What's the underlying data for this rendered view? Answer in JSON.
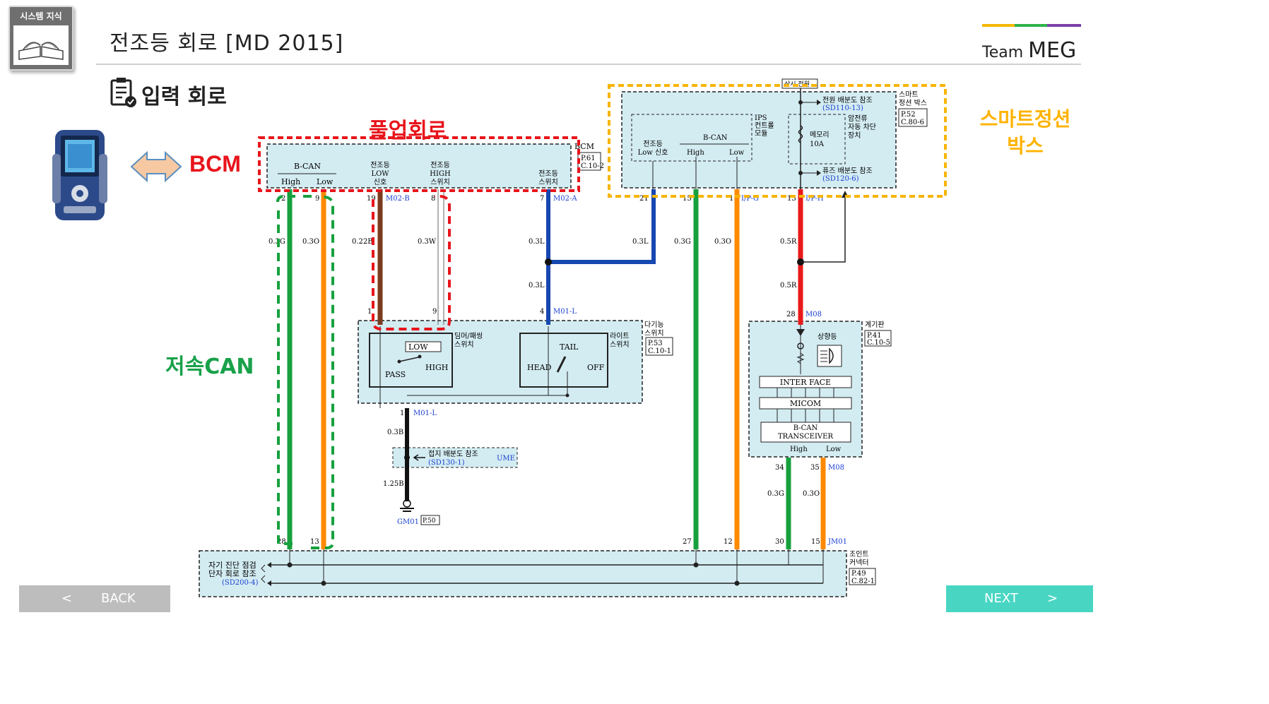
{
  "header": {
    "badge_label": "시스템 지식",
    "title": "전조등 회로 [MD 2015]",
    "brand_small": "Team ",
    "brand_big": "MEG",
    "brand_colors": [
      "#f5b800",
      "#2db24a",
      "#7b3fa8"
    ]
  },
  "section": {
    "title": "입력 회로"
  },
  "annotations": {
    "bcm": "BCM",
    "pullup": "풀업회로",
    "smart_junction": [
      "스마트정션",
      "박스"
    ],
    "low_can": "저속CAN"
  },
  "nav": {
    "back_label": "BACK",
    "back_arrow": "<",
    "next_label": "NEXT",
    "next_arrow": ">"
  },
  "colors": {
    "red": "#e8141b",
    "green": "#19a14a",
    "orange": "#ffb300",
    "diagram_fill": "#d3ecf2",
    "wire_green": "#17a03e",
    "wire_orange": "#ff8a00",
    "wire_blue": "#1747b0",
    "wire_red": "#e81a1a",
    "wire_brown": "#7a3b1e",
    "nav_back": "#bdbdbd",
    "nav_next": "#48d6c3"
  },
  "diagram": {
    "bcm": {
      "label": "BCM",
      "page": [
        "P.61",
        "C.10-2"
      ],
      "bcan": "B-CAN",
      "high": "High",
      "low": "Low",
      "head_low": [
        "전조등",
        "LOW",
        "신호"
      ],
      "head_high": [
        "전조등",
        "HIGH",
        "스위치"
      ],
      "head_sw": [
        "전조등",
        "스위치"
      ],
      "pins": [
        "2",
        "9",
        "19",
        "M02-B",
        "8",
        "7",
        "M02-A"
      ]
    },
    "sjb": {
      "title": [
        "스마트",
        "정션 박스"
      ],
      "page": [
        "P.52",
        "C.80-6"
      ],
      "always_on": "상시 전원",
      "ips": [
        "IPS",
        "컨트롤",
        "모듈"
      ],
      "head_low": [
        "전조등",
        "Low 신호"
      ],
      "bcan": "B-CAN",
      "high": "High",
      "low": "Low",
      "power_ref": "전원 배분도 참조",
      "power_code": "(SD110-13)",
      "overcurrent": [
        "암전류",
        "자동 차단",
        "장치"
      ],
      "memory": "메모리",
      "fuse_amp": "10A",
      "fuse_ref": "퓨즈 배분도 참조",
      "fuse_code": "(SD120-6)",
      "pins": [
        "21",
        "15",
        "1",
        "I/P-G",
        "13",
        "I/P-H"
      ]
    },
    "wires": {
      "g03": "0.3G",
      "o03": "0.3O",
      "b022": "0.22B",
      "w03": "0.3W",
      "l03": "0.3L",
      "r05": "0.5R",
      "b03": "0.3B",
      "b125": "1.25B"
    },
    "multi_sw": {
      "title": [
        "다기능",
        "스위치"
      ],
      "page": [
        "P.53",
        "C.10-1"
      ],
      "dimmer": [
        "딤머/패씽",
        "스위치"
      ],
      "light": [
        "라이트",
        "스위치"
      ],
      "low": "LOW",
      "high": "HIGH",
      "pass": "PASS",
      "tail": "TAIL",
      "head": "HEAD",
      "off": "OFF",
      "pins": [
        "1",
        "9",
        "4",
        "M01-L",
        "1",
        "M01-L"
      ]
    },
    "ground": {
      "ref": "접지 배분도 참조",
      "code": "(SD130-1)",
      "ume": "UME",
      "gm01": "GM01",
      "page": "P.50"
    },
    "cluster": {
      "title": "계기판",
      "page": [
        "P.41",
        "C.10-5"
      ],
      "lamp": "상향등",
      "interface": "INTER FACE",
      "micom": "MICOM",
      "transceiver": [
        "B-CAN",
        "TRANSCEIVER"
      ],
      "high": "High",
      "low": "Low",
      "pins": [
        "28",
        "M08",
        "34",
        "35",
        "M08"
      ]
    },
    "joint": {
      "title": [
        "조인트",
        "커넥터"
      ],
      "page": [
        "P.49",
        "C.82-1"
      ],
      "diag": [
        "자기 진단 점검",
        "단자 회로 참조"
      ],
      "diag_code": "(SD200-4)",
      "pins": [
        "28",
        "13",
        "27",
        "12",
        "30",
        "15",
        "JM01"
      ]
    }
  }
}
